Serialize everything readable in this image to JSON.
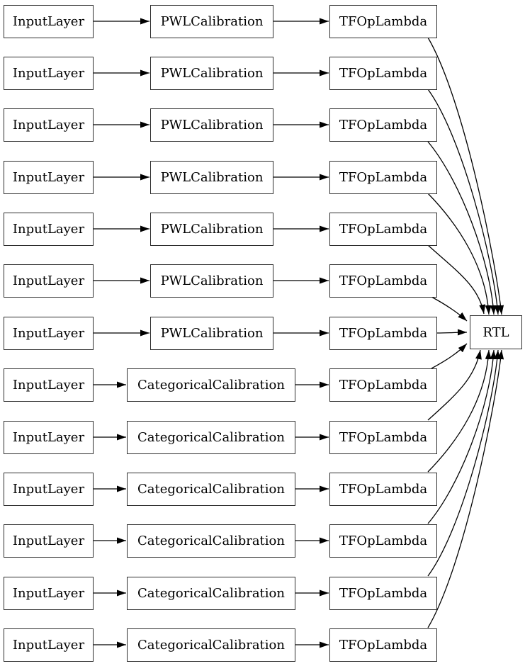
{
  "diagram": {
    "background_color": "#ffffff",
    "node_fill_color": "#ffffff",
    "node_border_color": "#2e2e2e",
    "edge_color": "#000000",
    "text_color": "#000000",
    "output_node": "RTL",
    "rows": [
      {
        "type": "pwl",
        "input": "InputLayer",
        "calibration": "PWLCalibration",
        "lambda": "TFOpLambda"
      },
      {
        "type": "pwl",
        "input": "InputLayer",
        "calibration": "PWLCalibration",
        "lambda": "TFOpLambda"
      },
      {
        "type": "pwl",
        "input": "InputLayer",
        "calibration": "PWLCalibration",
        "lambda": "TFOpLambda"
      },
      {
        "type": "pwl",
        "input": "InputLayer",
        "calibration": "PWLCalibration",
        "lambda": "TFOpLambda"
      },
      {
        "type": "pwl",
        "input": "InputLayer",
        "calibration": "PWLCalibration",
        "lambda": "TFOpLambda"
      },
      {
        "type": "pwl",
        "input": "InputLayer",
        "calibration": "PWLCalibration",
        "lambda": "TFOpLambda"
      },
      {
        "type": "pwl",
        "input": "InputLayer",
        "calibration": "PWLCalibration",
        "lambda": "TFOpLambda"
      },
      {
        "type": "categorical",
        "input": "InputLayer",
        "calibration": "CategoricalCalibration",
        "lambda": "TFOpLambda"
      },
      {
        "type": "categorical",
        "input": "InputLayer",
        "calibration": "CategoricalCalibration",
        "lambda": "TFOpLambda"
      },
      {
        "type": "categorical",
        "input": "InputLayer",
        "calibration": "CategoricalCalibration",
        "lambda": "TFOpLambda"
      },
      {
        "type": "categorical",
        "input": "InputLayer",
        "calibration": "CategoricalCalibration",
        "lambda": "TFOpLambda"
      },
      {
        "type": "categorical",
        "input": "InputLayer",
        "calibration": "CategoricalCalibration",
        "lambda": "TFOpLambda"
      },
      {
        "type": "categorical",
        "input": "InputLayer",
        "calibration": "CategoricalCalibration",
        "lambda": "TFOpLambda"
      }
    ]
  }
}
